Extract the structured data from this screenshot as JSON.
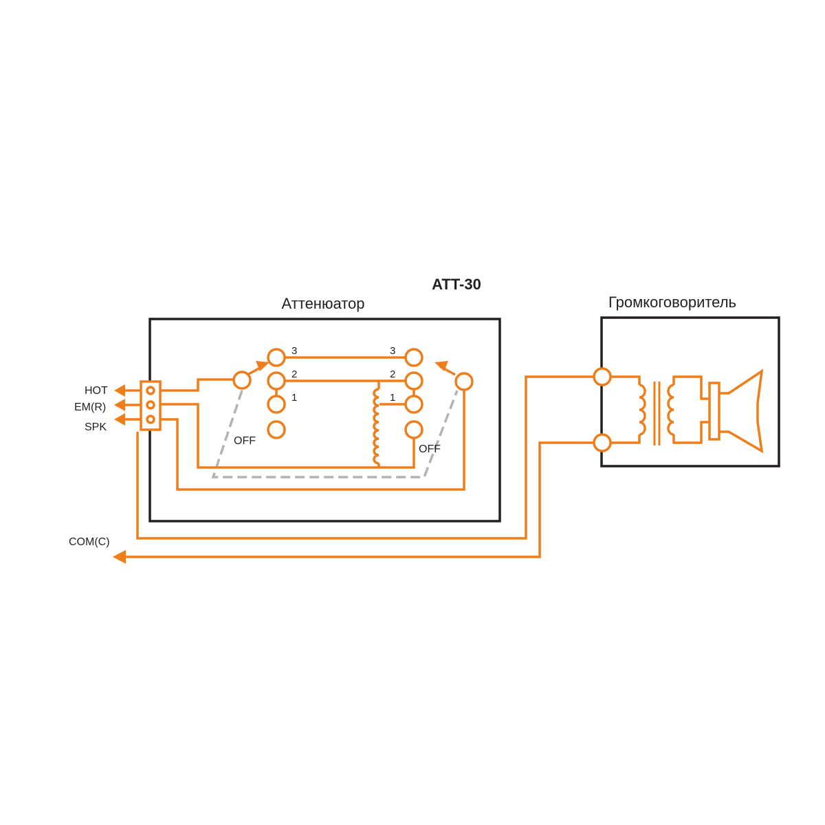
{
  "title": "ATT-30",
  "attenuator": {
    "label": "Аттенюатор",
    "left_switch": {
      "pos3": "3",
      "pos2": "2",
      "pos1": "1",
      "off": "OFF"
    },
    "right_switch": {
      "pos3": "3",
      "pos2": "2",
      "pos1": "1",
      "off": "OFF"
    }
  },
  "speaker": {
    "label": "Громкоговоритель"
  },
  "terminals": {
    "hot": "HOT",
    "em": "EM(R)",
    "spk": "SPK",
    "com": "COM(C)"
  },
  "colors": {
    "wire": "#ef7d1a",
    "frame": "#231f20",
    "linkage": "#b3b3b3"
  }
}
